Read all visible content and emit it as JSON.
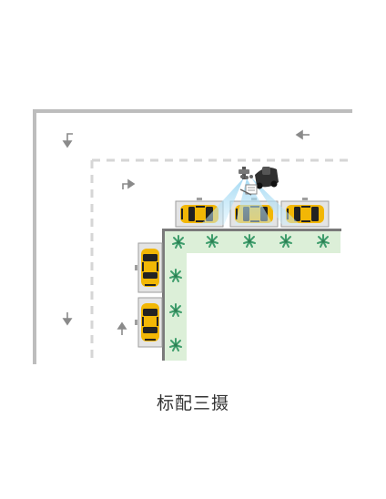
{
  "caption": "标配三摄",
  "colors": {
    "wall": "#bdbdbd",
    "lane_dash": "#d6d6d6",
    "arrow": "#8a8a8a",
    "slot_bg": "#e4e4e4",
    "slot_border": "#9e9e9e",
    "car_body": "#f2b705",
    "car_dark": "#222222",
    "green_strip": "#dcefd8",
    "plant": "#3f9d6c",
    "camera_beam": "#9fd6f2",
    "kerb": "#7a7a7a"
  },
  "icons": [
    "turn-left-down-arrow-icon",
    "left-arrow-icon",
    "turn-right-arrow-icon",
    "down-arrow-icon",
    "up-arrow-icon",
    "camera-icon",
    "patrol-robot-icon",
    "car-icon",
    "plant-icon"
  ],
  "parking": {
    "top_row_cars": 3,
    "left_column_cars": 2
  },
  "cameras": 3
}
